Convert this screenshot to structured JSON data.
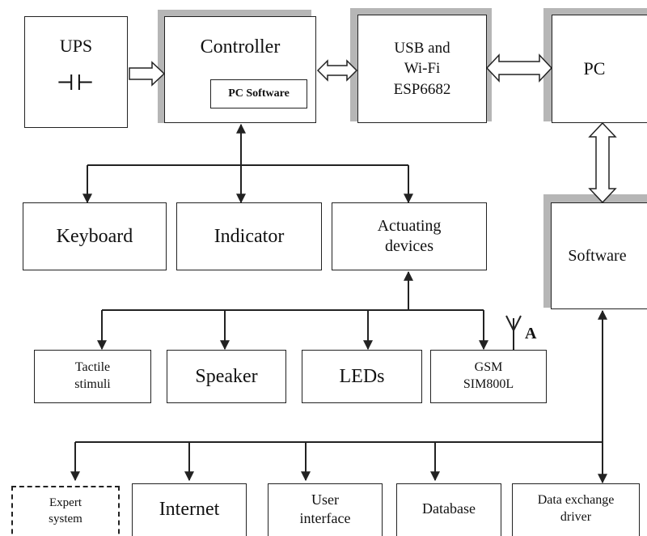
{
  "diagram": {
    "blocks": {
      "ups": {
        "label": "UPS",
        "symbol": "⊣⊢"
      },
      "controller": {
        "label": "Controller",
        "inner_label": "PC Software"
      },
      "usb_wifi": {
        "line1": "USB and",
        "line2": "Wi-Fi",
        "line3": "ESP6682"
      },
      "pc": {
        "label": "PC"
      },
      "software": {
        "label": "Software"
      },
      "keyboard": {
        "label": "Keyboard"
      },
      "indicator": {
        "label": "Indicator"
      },
      "actuating": {
        "line1": "Actuating",
        "line2": "devices"
      },
      "tactile": {
        "line1": "Tactile",
        "line2": "stimuli"
      },
      "speaker": {
        "label": "Speaker"
      },
      "leds": {
        "label": "LEDs"
      },
      "gsm": {
        "line1": "GSM",
        "line2": "SIM800L"
      },
      "antenna": {
        "label": "A"
      },
      "expert": {
        "line1": "Expert",
        "line2": "system"
      },
      "internet": {
        "label": "Internet"
      },
      "user_interface": {
        "line1": "User",
        "line2": "interface"
      },
      "database": {
        "label": "Database"
      },
      "data_exchange": {
        "line1": "Data exchange",
        "line2": "driver"
      }
    },
    "colors": {
      "stroke": "#222222",
      "shadow": "#b6b6b6",
      "background": "#ffffff"
    }
  }
}
